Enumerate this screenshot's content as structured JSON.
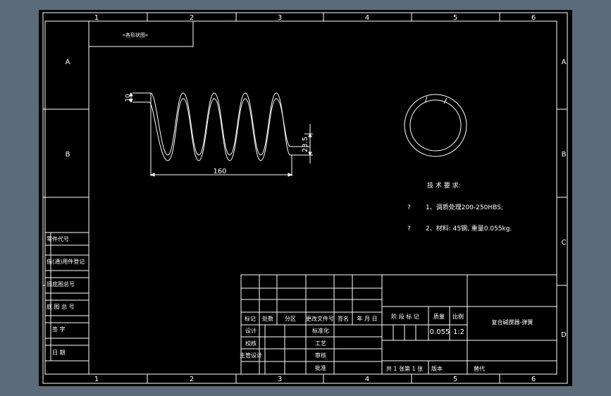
{
  "colors": {
    "background": "#5c6b7a",
    "paper": "#000000",
    "line": "#ffffff"
  },
  "border": {
    "col_numbers": [
      "1",
      "2",
      "3",
      "4",
      "5",
      "6"
    ],
    "row_letters": [
      "A",
      "B",
      "C",
      "D"
    ]
  },
  "stamp_label": "«各形状图»",
  "dimensions": {
    "coil_thickness": "10",
    "free_length": "160",
    "pitch": "23.5"
  },
  "tech_requirements": {
    "title": "技 术 要 求:",
    "items": [
      {
        "bullet": "?",
        "text": "1、调质处理200-250HBS;"
      },
      {
        "bullet": "?",
        "text": "2、材料: 45钢, 重量0.055kg."
      }
    ]
  },
  "left_panel": {
    "labels": [
      "零件代号",
      "借(通)用件登记",
      "旧底图总号",
      "底 图 总 号",
      "签     字",
      "日     期"
    ]
  },
  "title_block": {
    "header_row": [
      "标记",
      "处数",
      "分区",
      "更改文件号",
      "签名",
      "年 月 日"
    ],
    "left_labels": [
      "设计",
      "校核",
      "主管设计"
    ],
    "mid_labels": [
      "标准化",
      "工艺",
      "审核",
      "批准"
    ],
    "stage_header": "阶 段 标 记",
    "weight_header": "质量",
    "scale_header": "比例",
    "weight": "0.055",
    "scale": "1:2",
    "drawing_name": "复合碱搅器-弹簧",
    "sheet_info": "共 1 张第 1 张",
    "version_label": "版本",
    "replace_label": "替代"
  }
}
